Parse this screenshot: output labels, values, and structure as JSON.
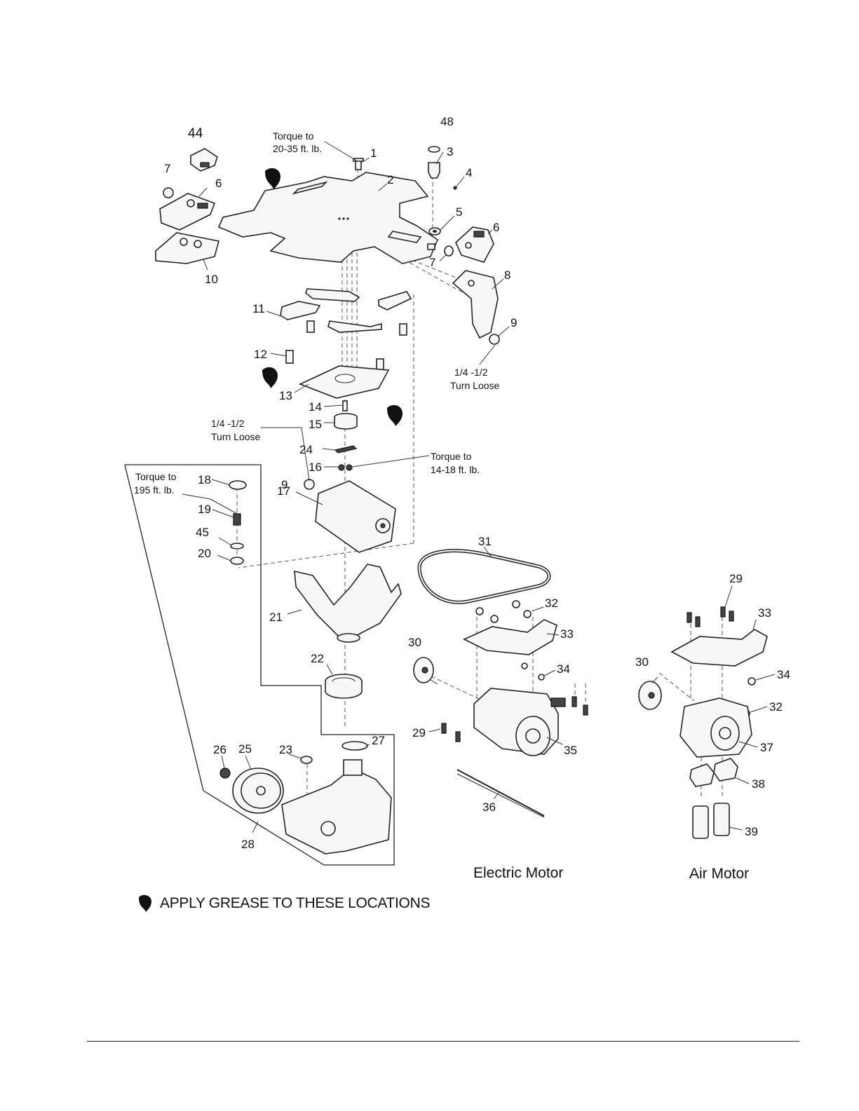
{
  "callouts": {
    "c1": "1",
    "c2": "2",
    "c3": "3",
    "c4": "4",
    "c5": "5",
    "c6a": "6",
    "c6b": "6",
    "c7a": "7",
    "c7b": "7",
    "c8": "8",
    "c9a": "9",
    "c9b": "9",
    "c10": "10",
    "c11": "11",
    "c12": "12",
    "c13": "13",
    "c14": "14",
    "c15": "15",
    "c16": "16",
    "c17": "17",
    "c18": "18",
    "c19": "19",
    "c20": "20",
    "c21": "21",
    "c22": "22",
    "c23": "23",
    "c24": "24",
    "c25": "25",
    "c26": "26",
    "c27": "27",
    "c28": "28",
    "c29a": "29",
    "c29b": "29",
    "c30a": "30",
    "c30b": "30",
    "c31": "31",
    "c32a": "32",
    "c32b": "32",
    "c33a": "33",
    "c33b": "33",
    "c34a": "34",
    "c34b": "34",
    "c35": "35",
    "c36": "36",
    "c37": "37",
    "c38": "38",
    "c39": "39",
    "c44": "44",
    "c45": "45",
    "c48": "48"
  },
  "notes": {
    "torque_top_l1": "Torque to",
    "torque_top_l2": "20-35 ft. lb.",
    "turn_right_l1": "1/4 -1/2",
    "turn_right_l2": "Turn Loose",
    "turn_left_l1": "1/4 -1/2",
    "turn_left_l2": "Turn Loose",
    "torque_mid_l1": "Torque to",
    "torque_mid_l2": "14-18 ft. lb.",
    "torque_box_l1": "Torque to",
    "torque_box_l2": "195 ft. lb."
  },
  "captions": {
    "electric_motor": "Electric Motor",
    "air_motor": "Air Motor"
  },
  "legend": {
    "text": "APPLY GREASE TO THESE LOCATIONS",
    "icon": "grease-drop-icon"
  }
}
